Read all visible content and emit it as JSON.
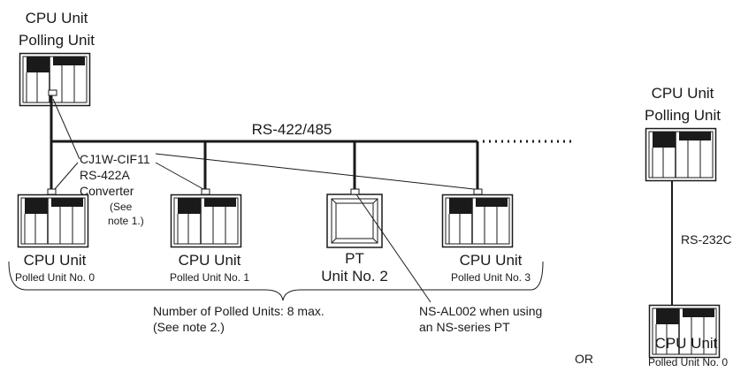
{
  "network": {
    "bus_label": "RS-422/485",
    "polling_unit_label_1": "CPU Unit",
    "polling_unit_label_2": "Polling Unit",
    "converter_model": "CJ1W-CIF11",
    "converter_name_1": "RS-422A",
    "converter_name_2": "Converter",
    "converter_note_1": "(See",
    "converter_note_2": "note 1.)",
    "polled_units": [
      {
        "type": "CPU Unit",
        "sub": "Polled Unit No. 0"
      },
      {
        "type": "CPU Unit",
        "sub": "Polled Unit No. 1"
      },
      {
        "type": "PT",
        "sub": "Unit No. 2"
      },
      {
        "type": "CPU Unit",
        "sub": "Polled Unit No. 3"
      }
    ],
    "count_note_1": "Number of Polled Units: 8 max.",
    "count_note_2": "(See note 2.)",
    "pt_note_1": "NS-AL002 when using",
    "pt_note_2": "an NS-series PT"
  },
  "alternative": {
    "or_label": "OR",
    "polling_unit_label_1": "CPU Unit",
    "polling_unit_label_2": "Polling Unit",
    "link_label": "RS-232C",
    "polled_type": "CPU Unit",
    "polled_sub": "Polled Unit No. 0"
  }
}
